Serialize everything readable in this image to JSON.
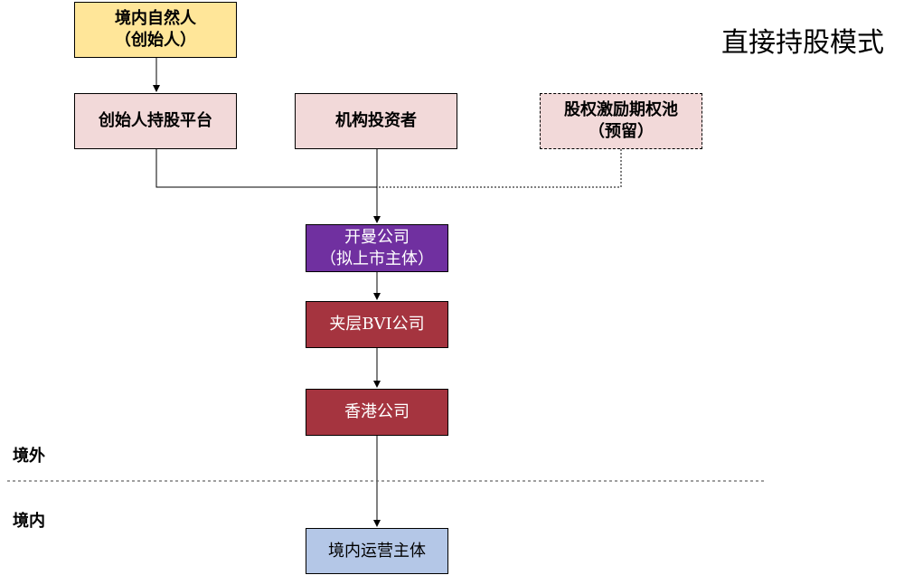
{
  "title": "直接持股模式",
  "regions": {
    "offshore": "境外",
    "onshore": "境内"
  },
  "nodes": {
    "founder_person": {
      "line1": "境内自然人",
      "line2": "（创始人）"
    },
    "founder_platform": {
      "line1": "创始人持股平台"
    },
    "institutional_investors": {
      "line1": "机构投资者"
    },
    "esop_pool": {
      "line1": "股权激励期权池",
      "line2": "（预留）"
    },
    "kaiman": {
      "line1": "开曼公司",
      "line2": "（拟上市主体）"
    },
    "bvi": {
      "line1": "夹层BVI公司"
    },
    "hk": {
      "line1": "香港公司"
    },
    "onshore_entity": {
      "line1": "境内运营主体"
    }
  },
  "colors": {
    "founder_person": "#ffe699",
    "founder_platform": "#f2d9d9",
    "institutional_investors": "#f2d9d9",
    "esop_pool": "#f2d9d9",
    "kaiman": "#7030a0",
    "bvi": "#a5343f",
    "hk": "#a5343f",
    "onshore_entity": "#b4c7e7"
  }
}
